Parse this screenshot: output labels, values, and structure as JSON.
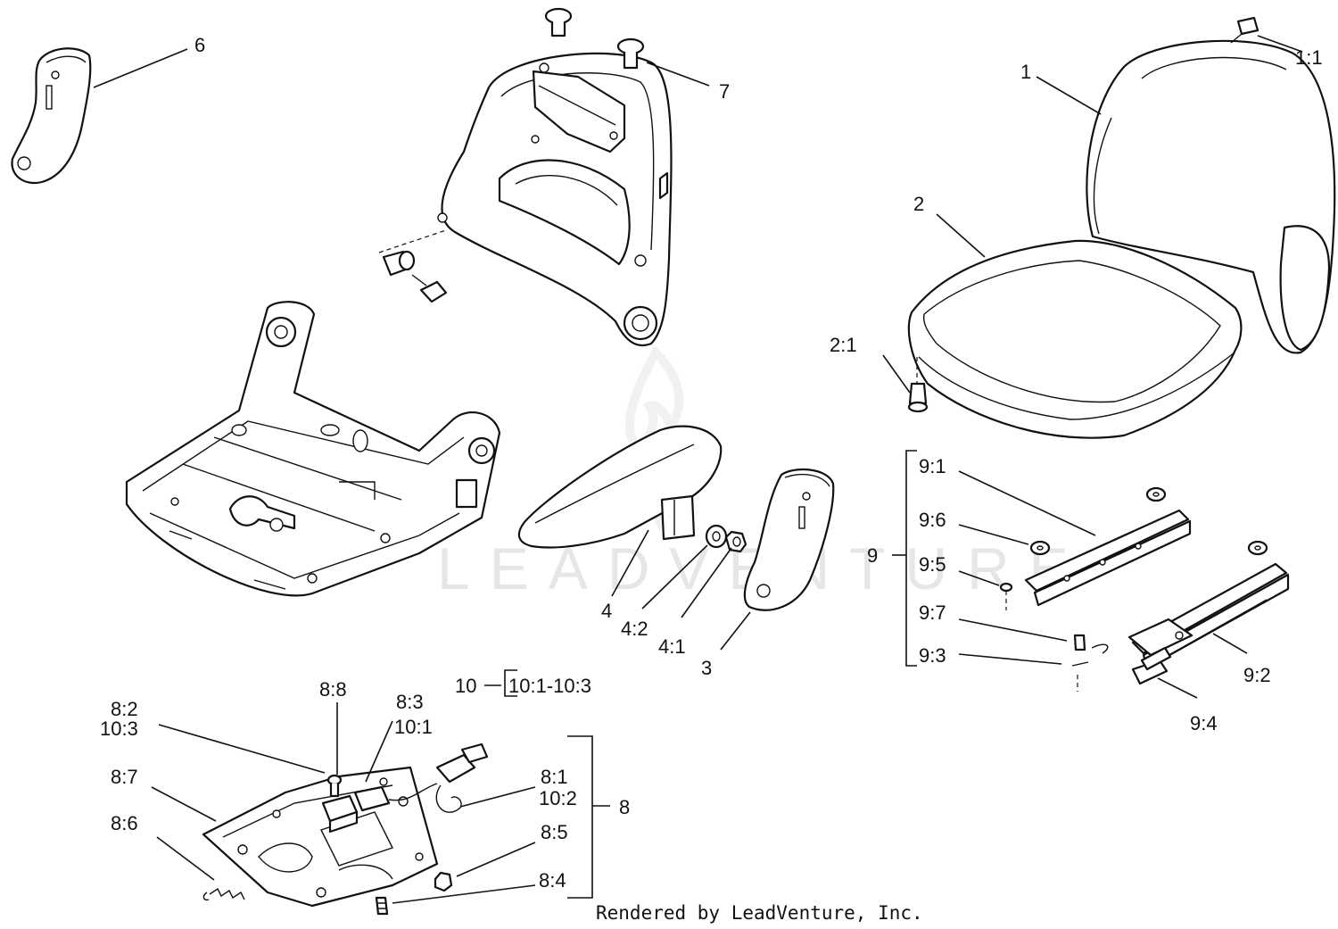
{
  "watermark": "LEADVENTURE",
  "credit": "Rendered by LeadVenture, Inc.",
  "callouts": {
    "c1": "1",
    "c1_1": "1:1",
    "c2": "2",
    "c2_1": "2:1",
    "c3": "3",
    "c4": "4",
    "c4_1": "4:1",
    "c4_2": "4:2",
    "c6": "6",
    "c7": "7",
    "c8": "8",
    "c8_1": "8:1",
    "c10_2": "10:2",
    "c8_2": "8:2",
    "c10_3": "10:3",
    "c8_3": "8:3",
    "c10_1": "10:1",
    "c8_4": "8:4",
    "c8_5": "8:5",
    "c8_6": "8:6",
    "c8_7": "8:7",
    "c8_8": "8:8",
    "c9": "9",
    "c9_1": "9:1",
    "c9_2": "9:2",
    "c9_3": "9:3",
    "c9_4": "9:4",
    "c9_5": "9:5",
    "c9_6": "9:6",
    "c9_7": "9:7",
    "c10": "10",
    "c10_range": "10:1-10:3"
  }
}
